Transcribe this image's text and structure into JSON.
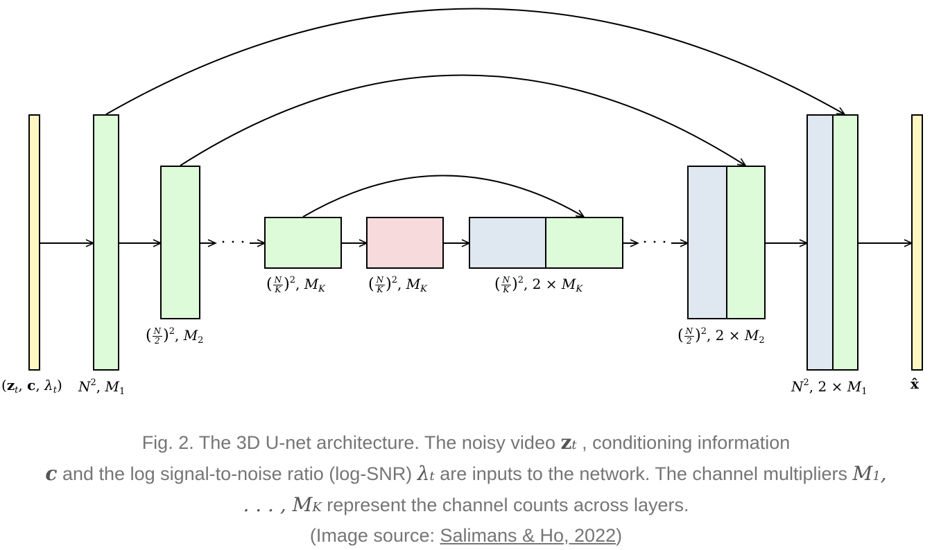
{
  "diagram": {
    "colors": {
      "input_block": "#fff7c2",
      "encoder_block": "#ddfbd9",
      "bottleneck_block": "#f7dadb",
      "skip_block": "#dfe7f0",
      "stroke": "#000000"
    },
    "labels": {
      "input": {
        "prefix": "(",
        "z": "z",
        "c": "c",
        "lambda": "λ",
        "sub": "t",
        "suffix": ")"
      },
      "enc1": {
        "base": "N",
        "pow": "2",
        "sep": ", ",
        "m": "M",
        "sub": "1"
      },
      "enc2": {
        "num": "N",
        "den": "2",
        "pow": "2",
        "sep": ", ",
        "m": "M",
        "sub": "2"
      },
      "encK": {
        "num": "N",
        "den": "K",
        "pow": "2",
        "sep": ", ",
        "m": "M",
        "sub": "K"
      },
      "mid": {
        "num": "N",
        "den": "K",
        "pow": "2",
        "sep": ", ",
        "m": "M",
        "sub": "K"
      },
      "decK": {
        "num": "N",
        "den": "K",
        "pow": "2",
        "sep": ", 2 × ",
        "m": "M",
        "sub": "K"
      },
      "dec2": {
        "num": "N",
        "den": "2",
        "pow": "2",
        "sep": ", 2 × ",
        "m": "M",
        "sub": "2"
      },
      "dec1": {
        "base": "N",
        "pow": "2",
        "sep": ", 2 × ",
        "m": "M",
        "sub": "1"
      },
      "output": "x̂"
    },
    "ellipsis": "· · ·"
  },
  "caption": {
    "part1": "Fig. 2. The 3D U-net architecture. The noisy video ",
    "zt": "z",
    "zt_sub": "t",
    "part2": " , conditioning information",
    "c": "c",
    "part3": " and the log signal-to-noise ratio (log-SNR) ",
    "lambda": "λ",
    "lambda_sub": "t",
    "part4": " are inputs to the network. The channel multipliers ",
    "m1": "M",
    "m1_sub": "1",
    "dots": ", . . . , ",
    "mk": "M",
    "mk_sub": "K",
    "part5": " represent the channel counts across layers.",
    "source_prefix": "(Image source: ",
    "source_link": "Salimans & Ho, 2022",
    "source_suffix": ")"
  }
}
